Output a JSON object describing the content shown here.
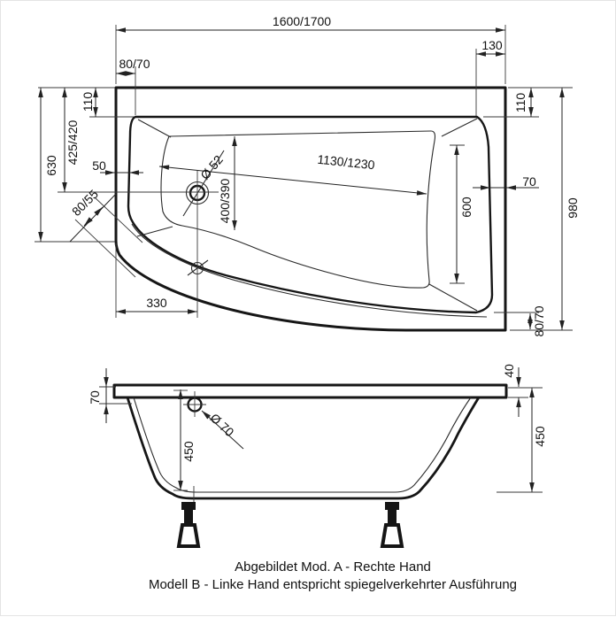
{
  "plan_view": {
    "overall_length": "1600/1700",
    "corner_width": "130",
    "rim_left": "80/70",
    "rim_top_left": "110",
    "drain_offset_top": "425/420",
    "width_left": "630",
    "rim_at_drain": "50",
    "drain_diameter": "Ø 52",
    "inner_diagonal": "1130/1230",
    "inner_width_at_drain": "400/390",
    "corner_band": "80/55",
    "drain_offset_left": "330",
    "rim_top_right": "110",
    "rim_right": "70",
    "width_right": "980",
    "rim_bottom_right": "80/70",
    "inner_width_right": "600"
  },
  "side_view": {
    "rim_height": "70",
    "overflow_diameter": "Ø 70",
    "depth_left": "450",
    "rim_thickness": "40",
    "depth_right": "450"
  },
  "caption": {
    "line1": "Abgebildet Mod. A - Rechte Hand",
    "line2": "Modell B - Linke Hand entspricht spiegelverkehrter Ausführung"
  }
}
